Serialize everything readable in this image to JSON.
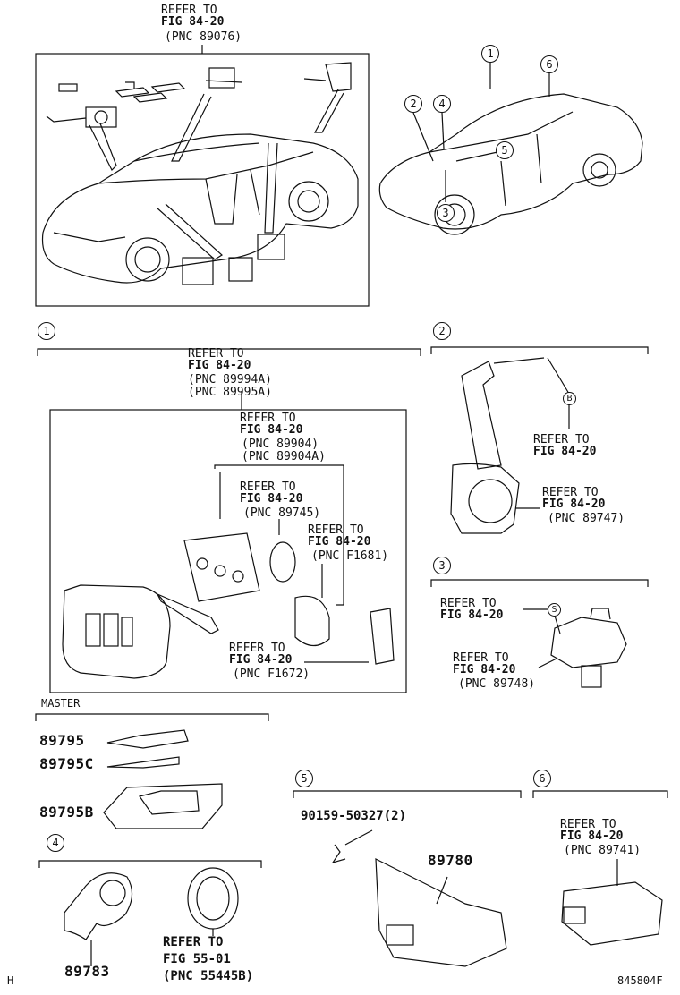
{
  "refer_to": "REFER TO",
  "top_left_ref": {
    "fig": "FIG 84-20",
    "pnc": "(PNC 89076)"
  },
  "overview_callouts": [
    "1",
    "2",
    "3",
    "4",
    "5",
    "6"
  ],
  "section1": {
    "num": "1",
    "outer_ref": {
      "fig": "FIG 84-20",
      "pnc1": "(PNC 89994A)",
      "pnc2": "(PNC 89995A)"
    },
    "case_ref": {
      "fig": "FIG 84-20",
      "pnc1": "(PNC 89904)",
      "pnc2": "(PNC 89904A)"
    },
    "battery_ref": {
      "fig": "FIG 84-20",
      "pnc": "(PNC 89745)"
    },
    "ring_ref": {
      "fig": "FIG 84-20",
      "pnc": "(PNC F1681)"
    },
    "chip_ref": {
      "fig": "FIG 84-20",
      "pnc": "(PNC F1672)"
    }
  },
  "master": {
    "label": "MASTER",
    "parts": [
      "89795",
      "89795C",
      "89795B"
    ]
  },
  "section2": {
    "num": "2",
    "callout": "B",
    "ref_a": {
      "fig": "FIG 84-20"
    },
    "ref_b": {
      "fig": "FIG 84-20",
      "pnc": "(PNC 89747)"
    }
  },
  "section3": {
    "num": "3",
    "callout": "S",
    "ref_a": {
      "fig": "FIG 84-20"
    },
    "ref_b": {
      "fig": "FIG 84-20",
      "pnc": "(PNC 89748)"
    }
  },
  "section4": {
    "num": "4",
    "part": "89783",
    "ref": {
      "fig": "FIG 55-01",
      "pnc": "(PNC 55445B)"
    }
  },
  "section5": {
    "num": "5",
    "bolt": "90159-50327(2)",
    "part": "89780"
  },
  "section6": {
    "num": "6",
    "ref": {
      "fig": "FIG 84-20",
      "pnc": "(PNC 89741)"
    }
  },
  "corner_left": "H",
  "figure_id": "845804F"
}
